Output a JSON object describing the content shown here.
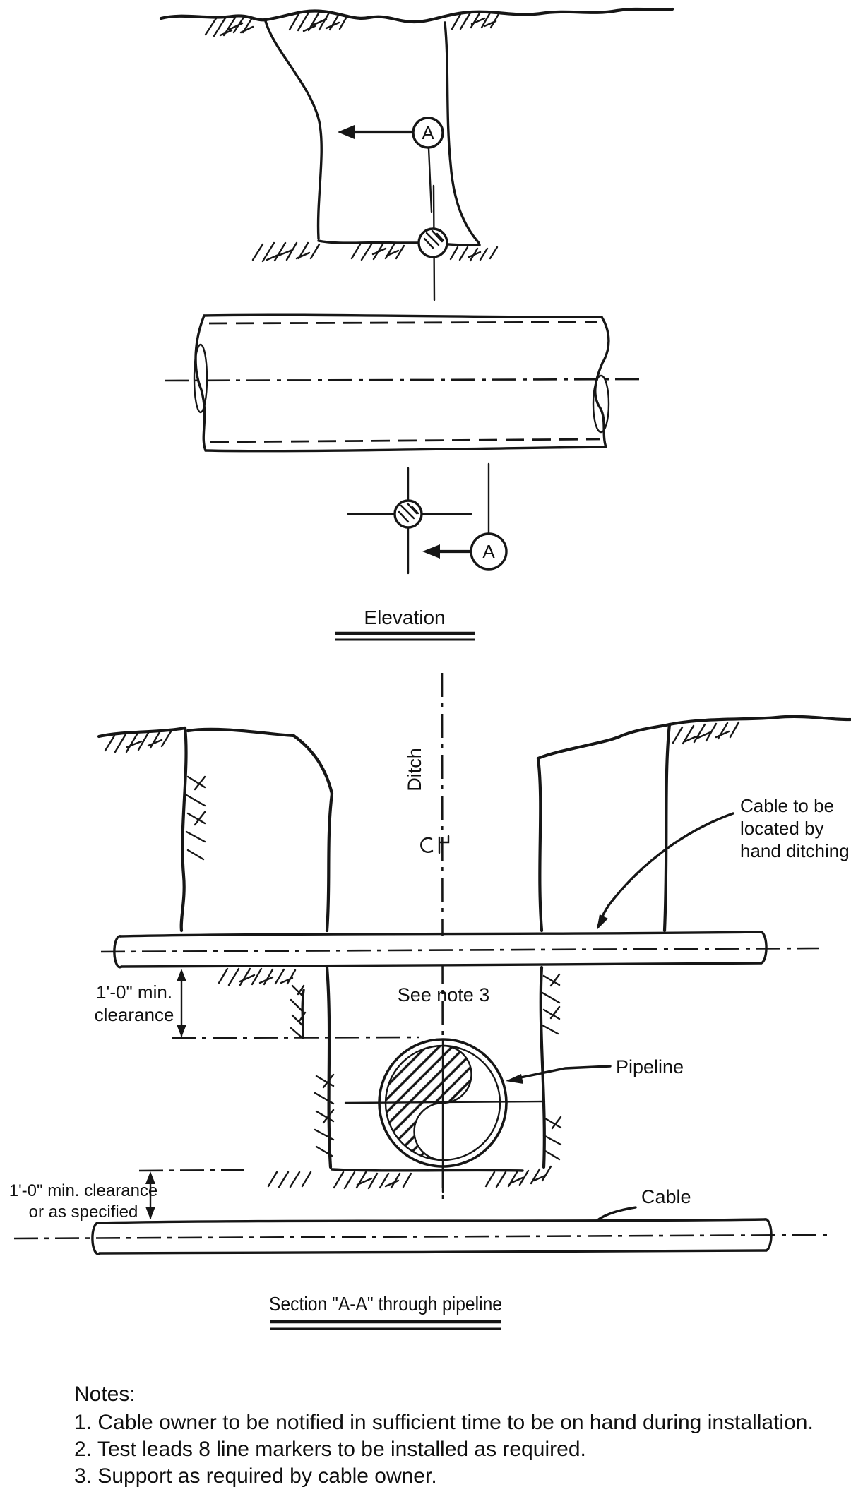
{
  "drawing": {
    "ink_color": "#161616",
    "paper_color": "#ffffff"
  },
  "elevation_view": {
    "title": "Elevation",
    "section_marker": "A"
  },
  "section_view": {
    "title": "Section \"A-A\" through pipeline",
    "ditch_label": "Ditch",
    "see_note_label": "See note 3",
    "pipeline_label": "Pipeline",
    "cable_label": "Cable",
    "hand_ditch_note": {
      "line1": "Cable to be",
      "line2": "located by",
      "line3": "hand ditching"
    },
    "top_clearance": {
      "line1": "1'-0\" min.",
      "line2": "clearance"
    },
    "bottom_clearance": {
      "line1": "1'-0\" min. clearance",
      "line2": "or as specified"
    }
  },
  "notes": {
    "heading": "Notes:",
    "items": [
      "1. Cable owner to be notified in sufficient time to be on hand during installation.",
      "2. Test leads 8 line markers to be installed as required.",
      "3. Support as required by cable owner."
    ]
  }
}
